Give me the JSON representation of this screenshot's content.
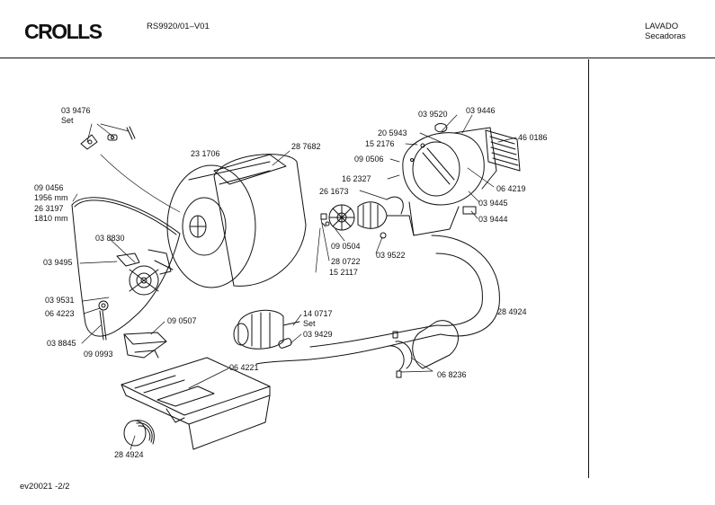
{
  "header": {
    "brand": "CROLLS",
    "model": "RS9920/01–V01",
    "category_line1": "LAVADO",
    "category_line2": "Secadoras"
  },
  "footer": {
    "page_ref": "ev20021  -2/2"
  },
  "parts": [
    {
      "id": "p01",
      "text": "03 9476"
    },
    {
      "id": "p02",
      "text": "Set"
    },
    {
      "id": "p03",
      "text": "23 1706"
    },
    {
      "id": "p04",
      "text": "28 7682"
    },
    {
      "id": "p05",
      "text": "09 0456"
    },
    {
      "id": "p06",
      "text": "1956 mm"
    },
    {
      "id": "p07",
      "text": "26 3197"
    },
    {
      "id": "p08",
      "text": "1810 mm"
    },
    {
      "id": "p09",
      "text": "03 8830"
    },
    {
      "id": "p10",
      "text": "03 9495"
    },
    {
      "id": "p11",
      "text": "03 9531"
    },
    {
      "id": "p12",
      "text": "06 4223"
    },
    {
      "id": "p13",
      "text": "09 0507"
    },
    {
      "id": "p14",
      "text": "03 8845"
    },
    {
      "id": "p15",
      "text": "09 0993"
    },
    {
      "id": "p16",
      "text": "06 4221"
    },
    {
      "id": "p17",
      "text": "28 4924"
    },
    {
      "id": "p18",
      "text": "03 9520"
    },
    {
      "id": "p19",
      "text": "03 9446"
    },
    {
      "id": "p20",
      "text": "20 5943"
    },
    {
      "id": "p21",
      "text": "15 2176"
    },
    {
      "id": "p22",
      "text": "46 0186"
    },
    {
      "id": "p23",
      "text": "09 0506"
    },
    {
      "id": "p24",
      "text": "16 2327"
    },
    {
      "id": "p25",
      "text": "26 1673"
    },
    {
      "id": "p26",
      "text": "06 4219"
    },
    {
      "id": "p27",
      "text": "03 9445"
    },
    {
      "id": "p28",
      "text": "03 9444"
    },
    {
      "id": "p29",
      "text": "09 0504"
    },
    {
      "id": "p30",
      "text": "03 9522"
    },
    {
      "id": "p31",
      "text": "28 0722"
    },
    {
      "id": "p32",
      "text": "15 2117"
    },
    {
      "id": "p33",
      "text": "14 0717"
    },
    {
      "id": "p34",
      "text": "Set"
    },
    {
      "id": "p35",
      "text": "03 9429"
    },
    {
      "id": "p36",
      "text": "28 4924"
    },
    {
      "id": "p37",
      "text": "06 8236"
    }
  ]
}
